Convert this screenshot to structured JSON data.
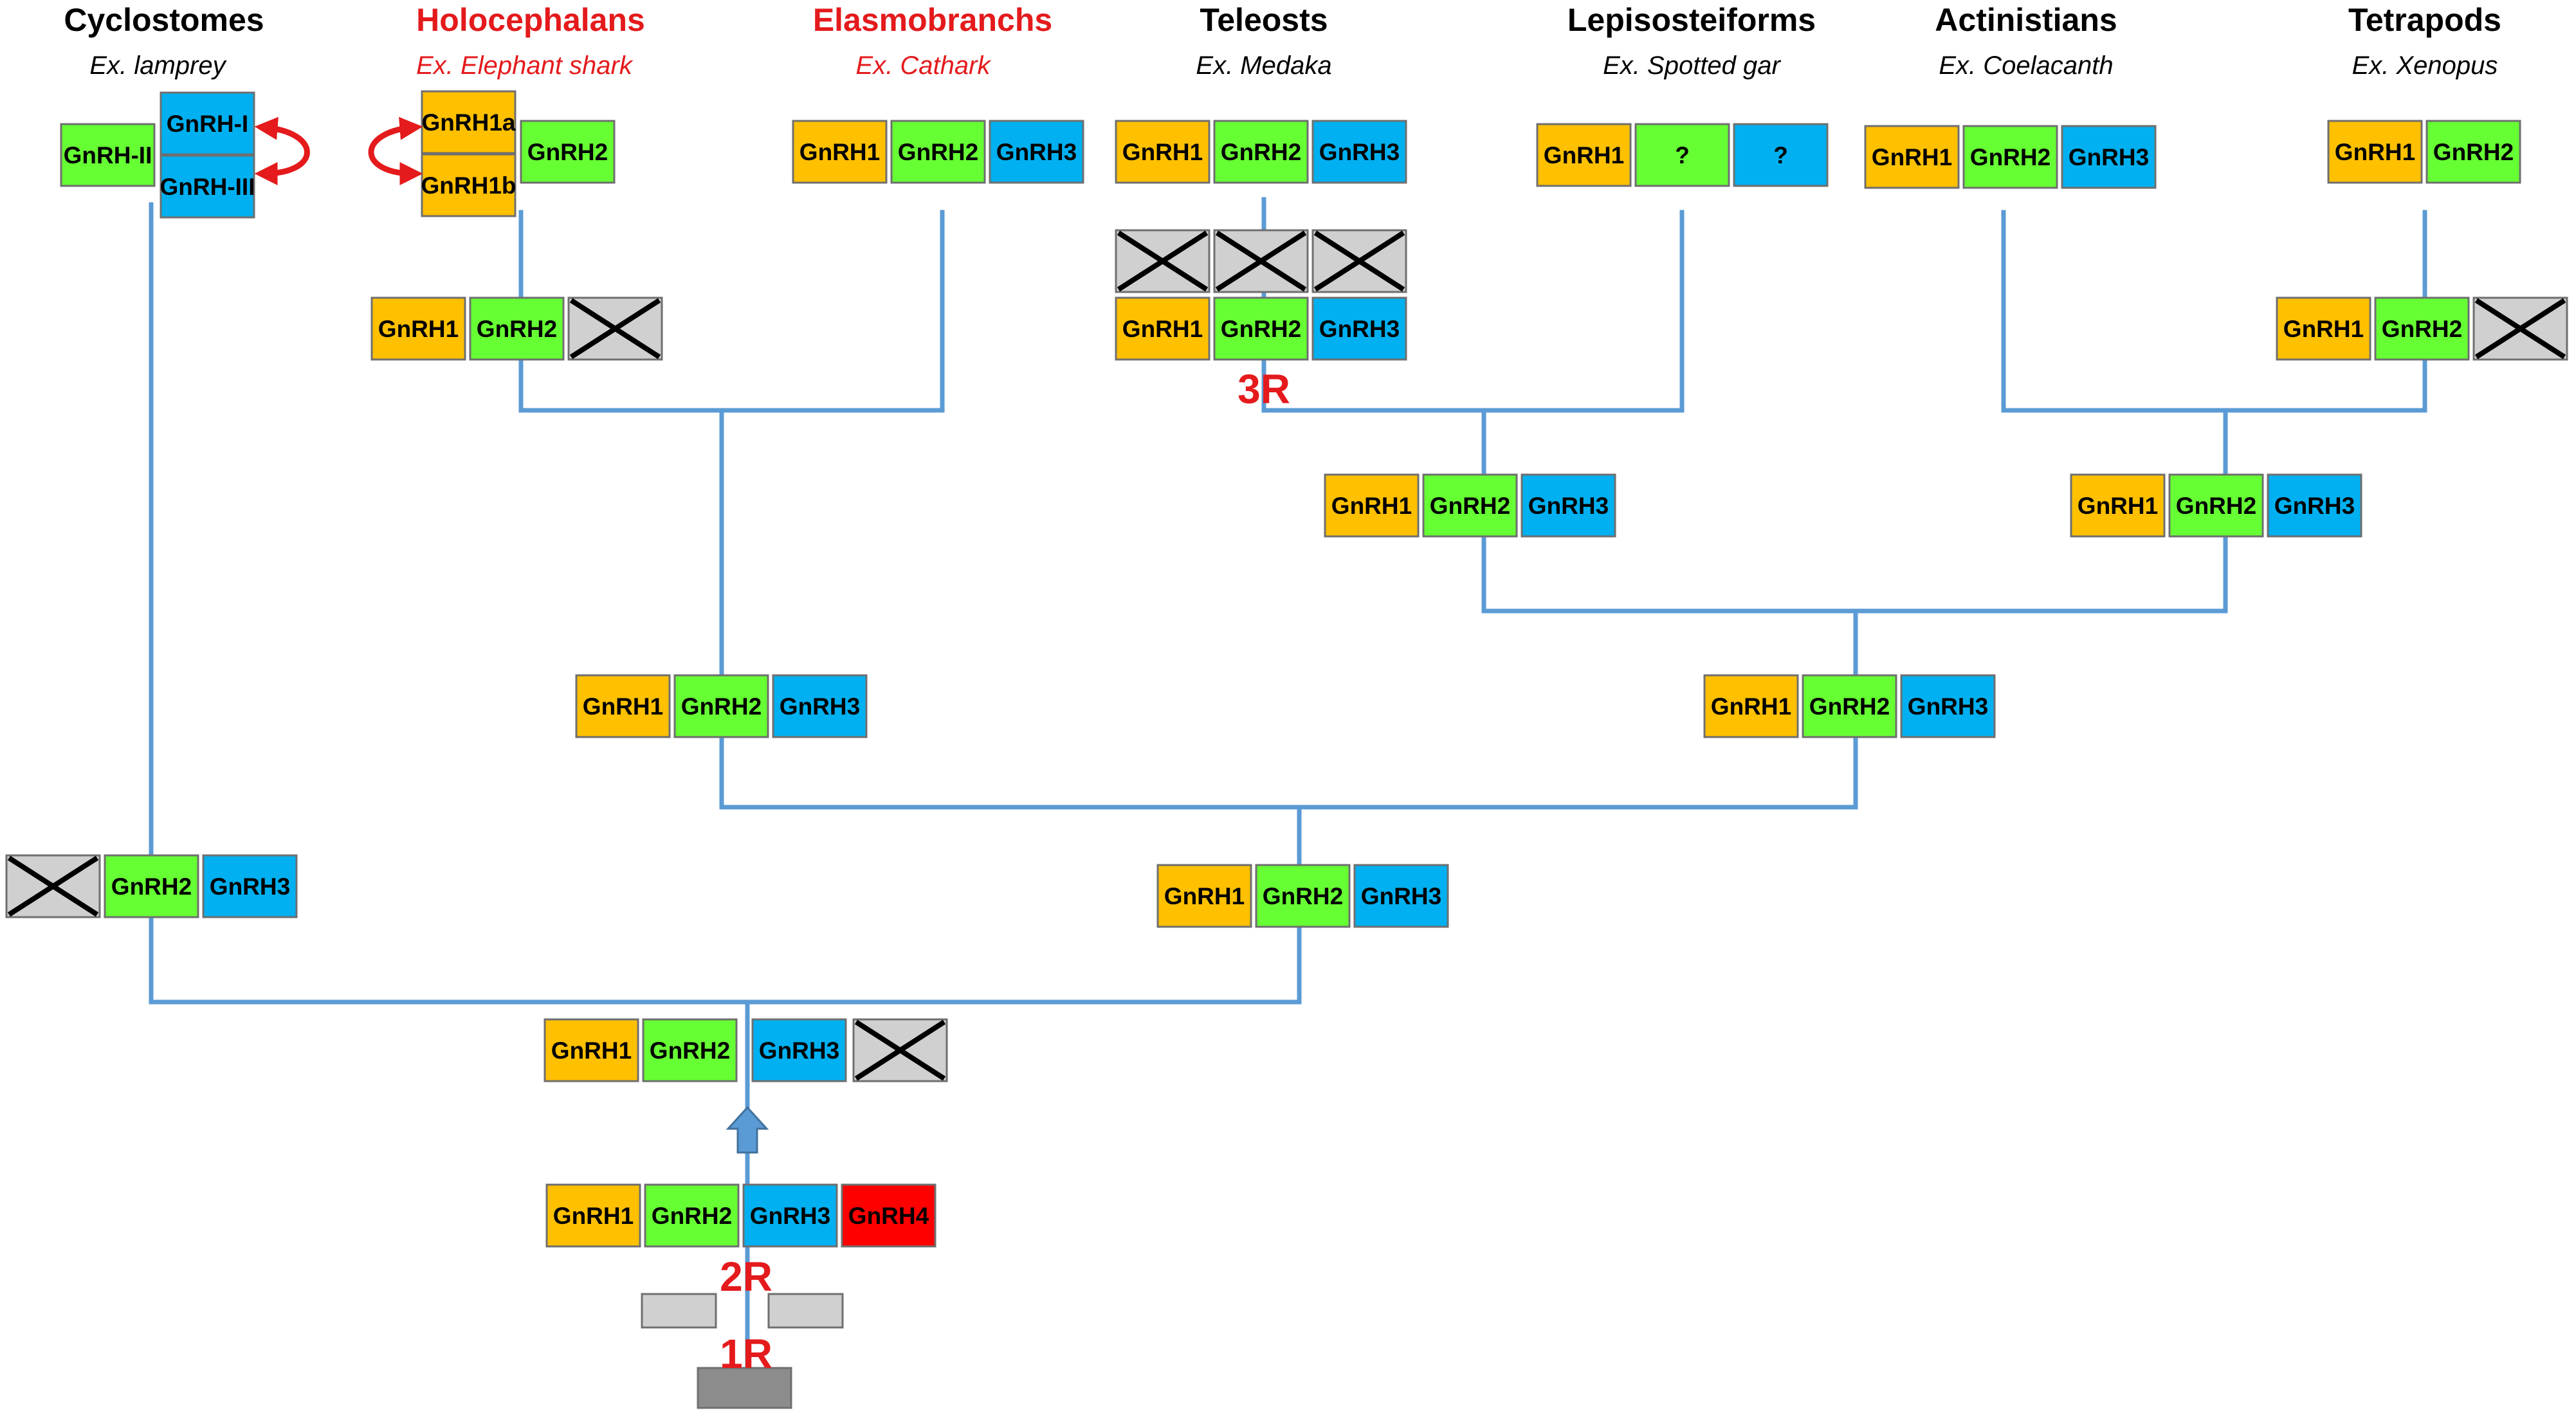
{
  "colors": {
    "line": "#5b9bd5",
    "line_light": "#9dc3e6",
    "gnrh1": "#ffc000",
    "gnrh2": "#66ff33",
    "gnrh3": "#00b0f0",
    "gnrh4": "#ff0000",
    "lost": "#d0d0d0",
    "ancestral_light": "#d0d0d0",
    "ancestral_dark": "#8c8c8c",
    "highlight": "#e41a1c",
    "label_default": "#000000"
  },
  "taxa": [
    {
      "id": "cyclostomes",
      "name": "Cyclostomes",
      "example": "Ex. lamprey",
      "highlight": false
    },
    {
      "id": "holocephalans",
      "name": "Holocephalans",
      "example": "Ex. Elephant shark",
      "highlight": true
    },
    {
      "id": "elasmobranchs",
      "name": "Elasmobranchs",
      "example": "Ex. Cathark",
      "highlight": true
    },
    {
      "id": "teleosts",
      "name": "Teleosts",
      "example": "Ex. Medaka",
      "highlight": false
    },
    {
      "id": "lepisosteiforms",
      "name": "Lepisosteiforms",
      "example": "Ex. Spotted gar",
      "highlight": false
    },
    {
      "id": "actinistians",
      "name": "Actinistians",
      "example": "Ex. Coelacanth",
      "highlight": false
    },
    {
      "id": "tetrapods",
      "name": "Tetrapods",
      "example": "Ex. Xenopus",
      "highlight": false
    }
  ],
  "gene_groups": [
    {
      "id": "cyclostome-tip-left",
      "genes": [
        {
          "label": "GnRH-II",
          "type": "gnrh2"
        }
      ]
    },
    {
      "id": "cyclostome-tip-right",
      "genes": [
        {
          "label": "GnRH-I",
          "type": "gnrh3"
        },
        {
          "label": "GnRH-III",
          "type": "gnrh3"
        }
      ]
    },
    {
      "id": "holocephalan-tip-left",
      "genes": [
        {
          "label": "GnRH1a",
          "type": "gnrh1"
        },
        {
          "label": "GnRH1b",
          "type": "gnrh1"
        }
      ]
    },
    {
      "id": "holocephalan-tip-right",
      "genes": [
        {
          "label": "GnRH2",
          "type": "gnrh2"
        }
      ]
    },
    {
      "id": "elasmobranch-tip",
      "genes": [
        {
          "label": "GnRH1",
          "type": "gnrh1"
        },
        {
          "label": "GnRH2",
          "type": "gnrh2"
        },
        {
          "label": "GnRH3",
          "type": "gnrh3"
        }
      ]
    },
    {
      "id": "teleost-tip",
      "genes": [
        {
          "label": "GnRH1",
          "type": "gnrh1"
        },
        {
          "label": "GnRH2",
          "type": "gnrh2"
        },
        {
          "label": "GnRH3",
          "type": "gnrh3"
        }
      ]
    },
    {
      "id": "teleost-lost-copies",
      "genes": [
        {
          "label": "",
          "type": "lost"
        },
        {
          "label": "",
          "type": "lost"
        },
        {
          "label": "",
          "type": "lost"
        }
      ]
    },
    {
      "id": "teleost-pre-3r",
      "genes": [
        {
          "label": "GnRH1",
          "type": "gnrh1"
        },
        {
          "label": "GnRH2",
          "type": "gnrh2"
        },
        {
          "label": "GnRH3",
          "type": "gnrh3"
        }
      ]
    },
    {
      "id": "lepisosteiform-tip",
      "genes": [
        {
          "label": "GnRH1",
          "type": "gnrh1"
        },
        {
          "label": "?",
          "type": "gnrh2"
        },
        {
          "label": "?",
          "type": "gnrh3"
        }
      ]
    },
    {
      "id": "actinistian-tip",
      "genes": [
        {
          "label": "GnRH1",
          "type": "gnrh1"
        },
        {
          "label": "GnRH2",
          "type": "gnrh2"
        },
        {
          "label": "GnRH3",
          "type": "gnrh3"
        }
      ]
    },
    {
      "id": "tetrapod-tip",
      "genes": [
        {
          "label": "GnRH1",
          "type": "gnrh1"
        },
        {
          "label": "GnRH2",
          "type": "gnrh2"
        }
      ]
    },
    {
      "id": "tetrapod-branch",
      "genes": [
        {
          "label": "GnRH1",
          "type": "gnrh1"
        },
        {
          "label": "GnRH2",
          "type": "gnrh2"
        },
        {
          "label": "",
          "type": "lost"
        }
      ]
    },
    {
      "id": "chondrichthyan-holocephalan-branch",
      "genes": [
        {
          "label": "GnRH1",
          "type": "gnrh1"
        },
        {
          "label": "GnRH2",
          "type": "gnrh2"
        },
        {
          "label": "",
          "type": "lost"
        }
      ]
    },
    {
      "id": "actinopterygian-node",
      "genes": [
        {
          "label": "GnRH1",
          "type": "gnrh1"
        },
        {
          "label": "GnRH2",
          "type": "gnrh2"
        },
        {
          "label": "GnRH3",
          "type": "gnrh3"
        }
      ]
    },
    {
      "id": "sarcopterygian-node",
      "genes": [
        {
          "label": "GnRH1",
          "type": "gnrh1"
        },
        {
          "label": "GnRH2",
          "type": "gnrh2"
        },
        {
          "label": "GnRH3",
          "type": "gnrh3"
        }
      ]
    },
    {
      "id": "chondrichthyan-node",
      "genes": [
        {
          "label": "GnRH1",
          "type": "gnrh1"
        },
        {
          "label": "GnRH2",
          "type": "gnrh2"
        },
        {
          "label": "GnRH3",
          "type": "gnrh3"
        }
      ]
    },
    {
      "id": "osteichthyan-node",
      "genes": [
        {
          "label": "GnRH1",
          "type": "gnrh1"
        },
        {
          "label": "GnRH2",
          "type": "gnrh2"
        },
        {
          "label": "GnRH3",
          "type": "gnrh3"
        }
      ]
    },
    {
      "id": "cyclostome-branch",
      "genes": [
        {
          "label": "",
          "type": "lost"
        },
        {
          "label": "GnRH2",
          "type": "gnrh2"
        },
        {
          "label": "GnRH3",
          "type": "gnrh3"
        }
      ]
    },
    {
      "id": "gnathostome-node",
      "genes": [
        {
          "label": "GnRH1",
          "type": "gnrh1"
        },
        {
          "label": "GnRH2",
          "type": "gnrh2"
        }
      ]
    },
    {
      "id": "vertebrate-ancestor-post",
      "genes": [
        {
          "label": "GnRH3",
          "type": "gnrh3"
        },
        {
          "label": "",
          "type": "lost"
        }
      ]
    },
    {
      "id": "post-2r",
      "genes": [
        {
          "label": "GnRH1",
          "type": "gnrh1"
        },
        {
          "label": "GnRH2",
          "type": "gnrh2"
        },
        {
          "label": "GnRH3",
          "type": "gnrh3"
        },
        {
          "label": "GnRH4",
          "type": "gnrh4"
        }
      ]
    },
    {
      "id": "post-1r",
      "genes": [
        {
          "label": "",
          "type": "ancestral_light"
        },
        {
          "label": "",
          "type": "ancestral_light"
        }
      ]
    },
    {
      "id": "ancestral",
      "genes": [
        {
          "label": "",
          "type": "ancestral_dark"
        }
      ]
    }
  ],
  "duplication_events": [
    {
      "id": "3r",
      "label": "3R"
    },
    {
      "id": "2r",
      "label": "2R"
    },
    {
      "id": "1r",
      "label": "1R"
    }
  ]
}
